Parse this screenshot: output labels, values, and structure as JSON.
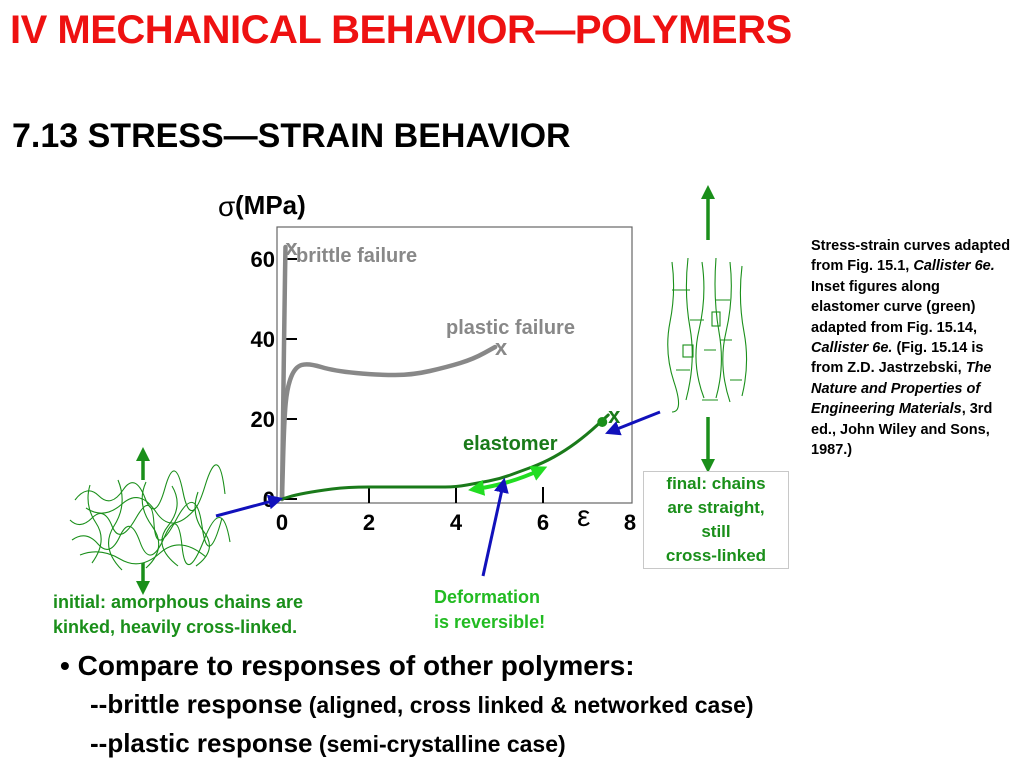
{
  "title": "IV  MECHANICAL BEHAVIOR—POLYMERS",
  "subtitle": "7.13   STRESS—STRAIN  BEHAVIOR",
  "chart_data": {
    "type": "line",
    "ylabel_sigma": "σ",
    "ylabel_unit": "(MPa)",
    "xlabel": "ε",
    "y_ticks": [
      "0",
      "20",
      "40",
      "60"
    ],
    "x_ticks": [
      "0",
      "2",
      "4",
      "6",
      "8"
    ],
    "xlim": [
      0,
      8
    ],
    "ylim": [
      0,
      70
    ],
    "series": [
      {
        "name": "brittle failure",
        "color": "#888888",
        "x": [
          0.0,
          0.03,
          0.06,
          0.08
        ],
        "y": [
          0,
          25,
          50,
          63
        ]
      },
      {
        "name": "plastic failure",
        "color": "#888888",
        "x": [
          0.0,
          0.05,
          0.12,
          0.3,
          0.6,
          1.2,
          2.2,
          3.0,
          3.8,
          4.4,
          4.9
        ],
        "y": [
          0,
          20,
          28,
          33,
          34,
          32,
          31,
          31,
          33,
          35,
          38
        ]
      },
      {
        "name": "elastomer",
        "color": "#1a7a1a",
        "x": [
          0.0,
          0.3,
          0.8,
          1.5,
          2.5,
          3.5,
          4.0,
          4.5,
          5.0,
          5.5,
          6.0,
          6.5,
          7.0,
          7.5
        ],
        "y": [
          0,
          1,
          2,
          3,
          3,
          3,
          3,
          4,
          5,
          7,
          9,
          12,
          16,
          21
        ]
      }
    ],
    "annotations": {
      "brittle": "brittle failure",
      "plastic": "plastic failure",
      "elastomer": "elastomer"
    },
    "failure_marker": "x"
  },
  "caption": {
    "p1": "Stress-strain curves adapted from Fig. 15.1, ",
    "p1_italic": "Callister 6e.",
    "p2": " Inset figures along elastomer curve (green) adapted from Fig. 15.14, ",
    "p2_italic": "Callister 6e.",
    "p3": "  (Fig. 15.14 is from Z.D. Jastrzebski, ",
    "p3_italic": "The Nature and Properties of Engineering Materials",
    "p4": ", 3rd ed., John Wiley and Sons, 1987.)"
  },
  "final_box": {
    "line1": "final:  chains",
    "line2": "are straight,",
    "line3": "still",
    "line4": "cross-linked"
  },
  "initial_text": {
    "line1": "initial:  amorphous chains are",
    "line2": "kinked, heavily cross-linked."
  },
  "deformation_text": {
    "line1": "Deformation",
    "line2": "is reversible!"
  },
  "bullets": {
    "main": "Compare to responses of other polymers:",
    "b1_bold": "--brittle response",
    "b1_small": " (aligned, cross linked & networked case)",
    "b2_bold": "--plastic response",
    "b2_small": " (semi-crystalline case)"
  },
  "colors": {
    "title": "#ee1111",
    "green": "#1a8f1a",
    "light_green": "#22dd22",
    "blue": "#1111bb",
    "gray": "#888888"
  }
}
